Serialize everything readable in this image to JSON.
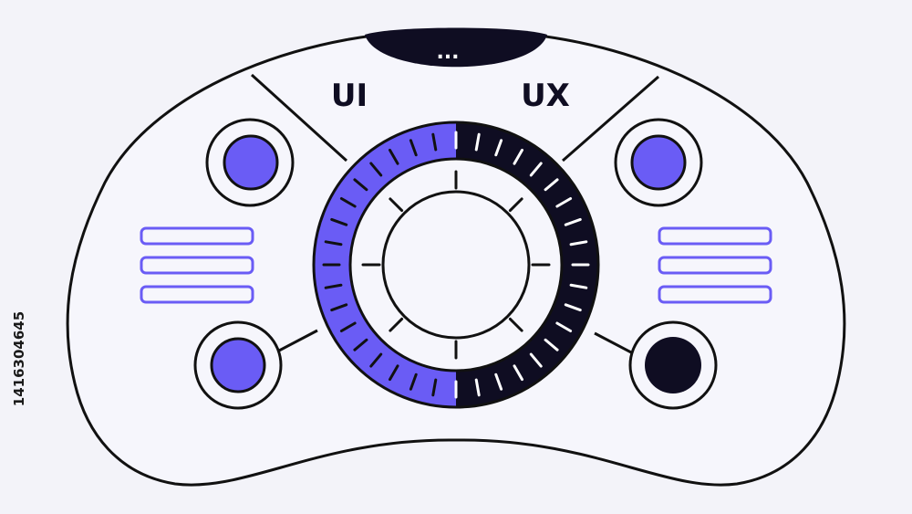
{
  "controller": {
    "top_badge": "...",
    "left_label": "UI",
    "right_label": "UX"
  },
  "dial": {
    "left_fraction": 0.5
  },
  "stock_id": "1416304645",
  "colors": {
    "accent": "#6a5cf5",
    "dark": "#0f0d22",
    "outline": "#111111",
    "background": "#f3f3f9",
    "panel": "#f6f6fc"
  },
  "icons": [
    "knob-icon",
    "button-icon",
    "menu-lines-icon"
  ]
}
